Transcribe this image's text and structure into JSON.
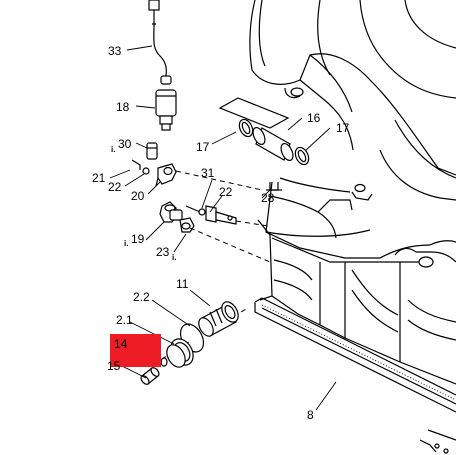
{
  "callouts": {
    "c33": "33",
    "c18": "18",
    "c30": "30",
    "c21": "21",
    "c22a": "22",
    "c20": "20",
    "c31": "31",
    "c22b": "22",
    "c28": "28",
    "c19": "19",
    "c23": "23",
    "c17a": "17",
    "c16": "16",
    "c17b": "17",
    "c11": "11",
    "c2_2": "2.2",
    "c2_1": "2.1",
    "c14": "14",
    "c15": "15",
    "c8": "8"
  },
  "markers": {
    "i1": "i.",
    "i2": "i.",
    "i3": "i."
  },
  "colors": {
    "highlight": "#ee1c24",
    "line": "#000000",
    "background": "#ffffff"
  }
}
